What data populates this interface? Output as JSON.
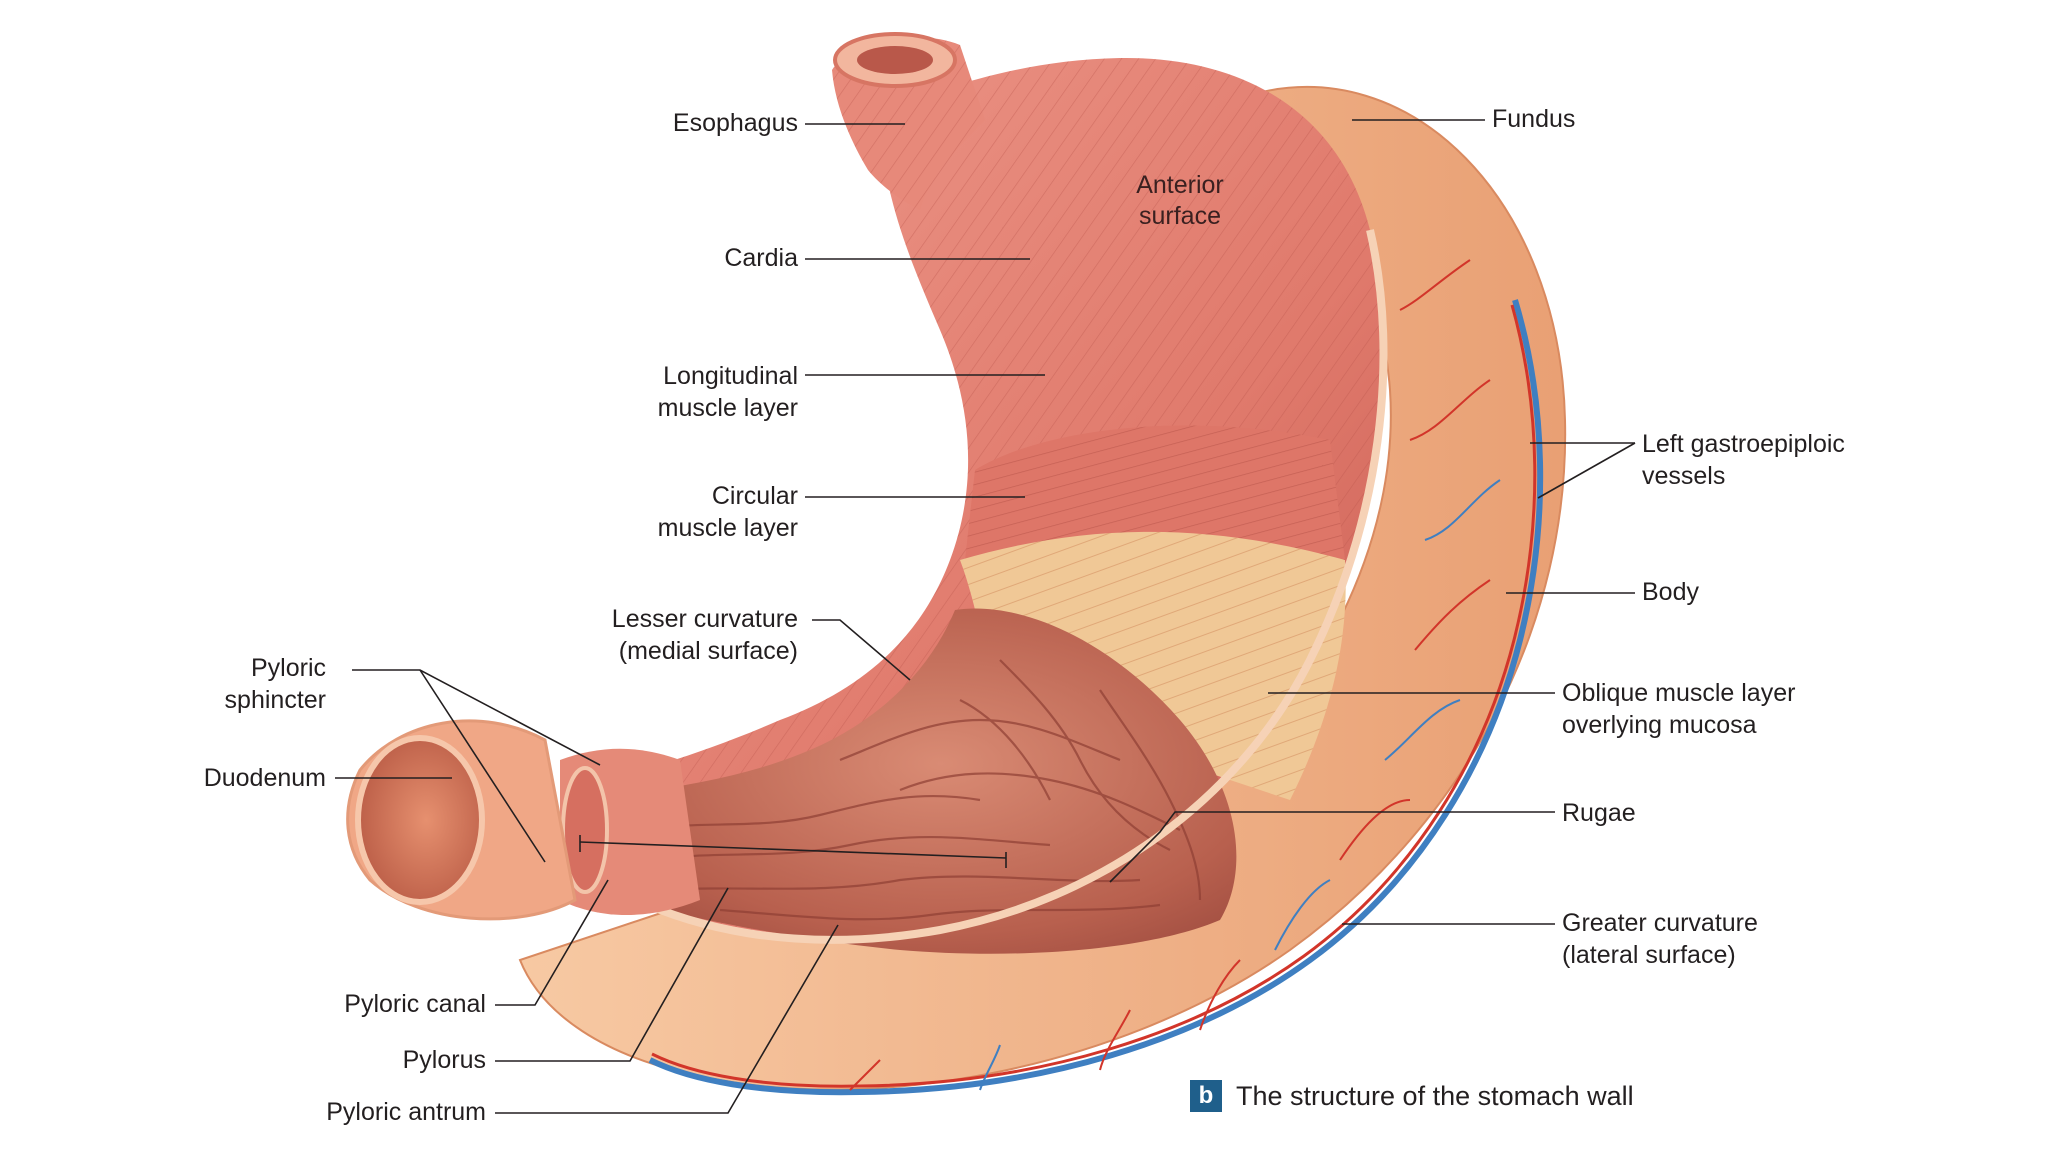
{
  "labels": {
    "esophagus": "Esophagus",
    "cardia": "Cardia",
    "longitudinal": "Longitudinal\nmuscle layer",
    "circular": "Circular\nmuscle layer",
    "lesser_curvature": "Lesser curvature\n(medial surface)",
    "pyloric_sphincter": "Pyloric\nsphincter",
    "duodenum": "Duodenum",
    "pyloric_canal": "Pyloric canal",
    "pylorus": "Pylorus",
    "pyloric_antrum": "Pyloric antrum",
    "fundus": "Fundus",
    "left_gastroepiploic": "Left gastroepiploic\nvessels",
    "body": "Body",
    "oblique": "Oblique muscle layer\noverlying mucosa",
    "rugae": "Rugae",
    "greater_curvature": "Greater curvature\n(lateral surface)",
    "anterior_surface": "Anterior\nsurface"
  },
  "caption": {
    "badge": "b",
    "text": "The structure of the stomach wall"
  },
  "colors": {
    "muscle": "#e27d6f",
    "muscle_dark": "#c85c52",
    "serosa": "#f2b48a",
    "mucosa": "#c8705a",
    "oblique": "#f0c896",
    "artery": "#d2352a",
    "vein": "#3f7fc1",
    "badge": "#1f5f8b"
  }
}
